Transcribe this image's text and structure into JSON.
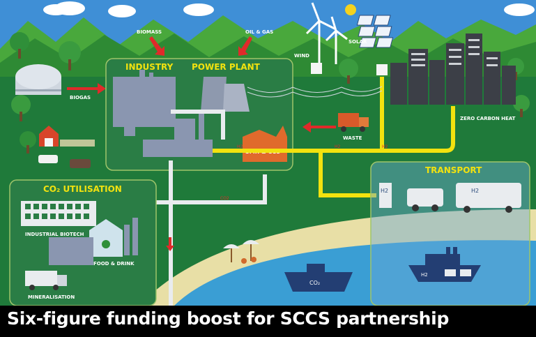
{
  "labels": {
    "biomass": "BIOMASS",
    "oil_gas": "OIL & GAS",
    "wind": "WIND",
    "solar": "SOLAR",
    "industry": "INDUSTRY",
    "power_plant": "POWER PLANT",
    "biogas": "BIOGAS",
    "waste": "WASTE",
    "zero_carbon_heat": "ZERO CARBON HEAT",
    "smr_ccs": "SMR & CCS",
    "h2": "H2",
    "co2": "CO2",
    "co2_utilisation": "CO₂ UTILISATION",
    "industrial_biotech": "INDUSTRIAL BIOTECH",
    "food_drink": "FOOD & DRINK",
    "mineralisation": "MINERALISATION",
    "transport": "TRANSPORT",
    "ship_co2": "CO₂",
    "ship_h2": "H2",
    "pump_h2": "H2",
    "bus_h2": "H2"
  },
  "caption": "Six-figure funding boost for SCCS partnership",
  "colors": {
    "sky": "#3f8fd6",
    "mountain_light": "#49a83c",
    "mountain_dark": "#2e8a34",
    "ground": "#1f7a3a",
    "panel_fill": "#2a7d45",
    "panel_border": "#9fc56a",
    "hydrogen_pipe": "#f2e20f",
    "pipe_white": "#e9ecef",
    "building_grey": "#8a96b0",
    "building_dark": "#3c3f47",
    "smr_orange": "#e06a2c",
    "arrow_red": "#e02a2a",
    "sea": "#3a9ed4",
    "sand": "#e8dfa6",
    "ship_navy": "#233e73",
    "caption_bg": "#000000",
    "caption_text": "#ffffff"
  }
}
